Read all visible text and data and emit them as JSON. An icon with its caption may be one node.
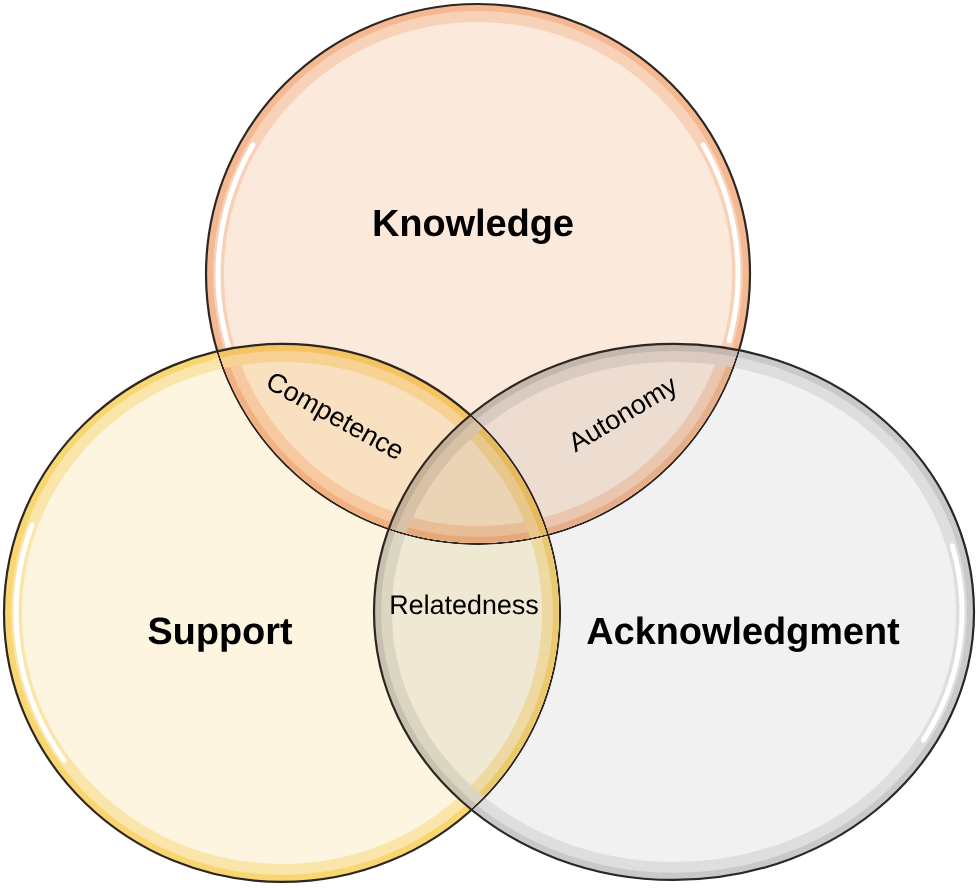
{
  "diagram": {
    "nodes": [
      {
        "text": [
          "Knowledge"
        ]
      },
      {
        "text": [
          "Support"
        ]
      },
      {
        "text": [
          "Acknowledgment"
        ]
      }
    ],
    "labels": [
      "Competence",
      "Autonomy",
      "Relatedness"
    ]
  }
}
